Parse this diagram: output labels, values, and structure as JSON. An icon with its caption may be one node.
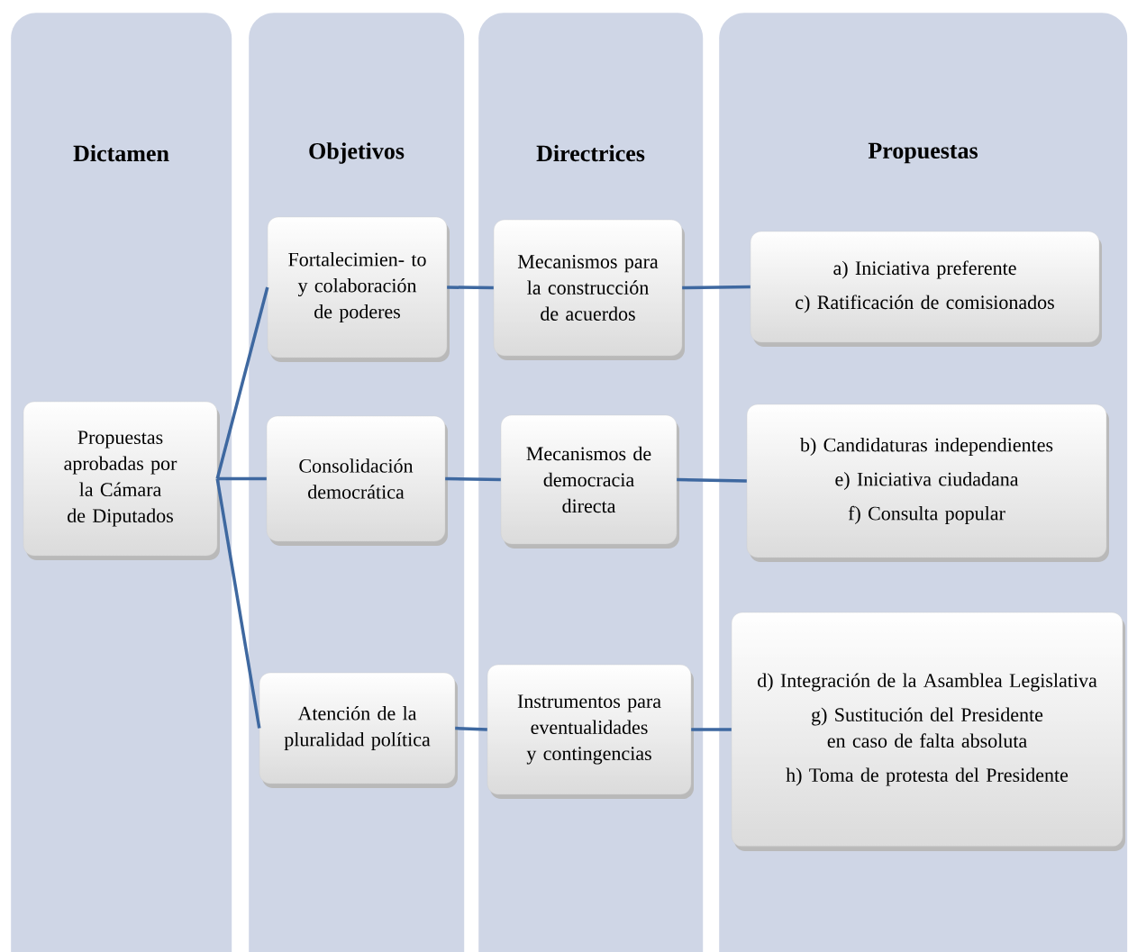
{
  "diagram": {
    "nodes": [
      {
        "text": [
          "Dictamen"
        ]
      },
      {
        "text": [
          "Propuestas aprobadas por la Cámara de Diputados"
        ],
        "in": 0
      },
      {
        "text": [
          "Objetivos"
        ]
      },
      {
        "text": [
          "Fortalecimien- to y colaboración de poderes"
        ],
        "in": 2
      },
      {
        "text": [
          "Consolidación democrática"
        ],
        "in": 2
      },
      {
        "text": [
          "Atención de la pluralidad política"
        ],
        "in": 2
      },
      {
        "text": [
          "Directrices"
        ]
      },
      {
        "text": [
          "Mecanismos para la construcción de acuerdos"
        ],
        "in": 6
      },
      {
        "text": [
          "Mecanismos de democracia directa"
        ],
        "in": 6
      },
      {
        "text": [
          "Instrumentos para eventualidades y contingencias"
        ],
        "in": 6
      },
      {
        "text": [
          "Propuestas"
        ]
      },
      {
        "text": [
          "a) Iniciativa preferente",
          "c) Ratificación de comisionados"
        ],
        "in": 10
      },
      {
        "text": [
          "b) Candidaturas independientes",
          "e) Iniciativa ciudadana",
          "f) Consulta popular"
        ],
        "in": 10
      },
      {
        "text": [
          "d) Integración de la Asamblea Legislativa",
          "g) Sustitución del Presidente en caso de falta absoluta",
          "h) Toma de protesta del Presidente"
        ],
        "in": 10
      }
    ],
    "edges": [
      {
        "from": 1,
        "to": 3,
        "arrow": "none"
      },
      {
        "from": 1,
        "to": 4,
        "arrow": "none"
      },
      {
        "from": 1,
        "to": 5,
        "arrow": "none"
      },
      {
        "from": 3,
        "to": 7,
        "arrow": "none"
      },
      {
        "from": 4,
        "to": 8,
        "arrow": "none"
      },
      {
        "from": 5,
        "to": 9,
        "arrow": "none"
      },
      {
        "from": 7,
        "to": 11,
        "arrow": "none"
      },
      {
        "from": 8,
        "to": 12,
        "arrow": "none"
      },
      {
        "from": 9,
        "to": 13,
        "arrow": "none"
      }
    ]
  }
}
